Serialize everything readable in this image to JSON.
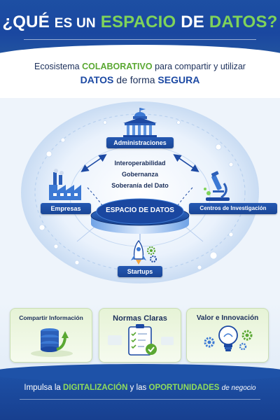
{
  "header": {
    "title_q_open": "¿QUÉ",
    "title_es_un": "ES UN",
    "title_espacio": "ESPACIO",
    "title_de": "DE",
    "title_datos": "DATOS?"
  },
  "subtitle": {
    "line1_a": "Ecosistema",
    "line1_b": "COLABORATIVO",
    "line1_c": "para compartir y utilizar",
    "line2_a": "DATOS",
    "line2_b": "de forma",
    "line2_c": "SEGURA"
  },
  "diagram": {
    "nodes": {
      "administraciones": "Administraciones",
      "empresas": "Empresas",
      "centros": "Centros de Investigación",
      "startups": "Startups"
    },
    "center_terms": [
      "Interoperabilidad",
      "Gobernanza",
      "Soberanía del Dato"
    ],
    "core": "ESPACIO DE DATOS"
  },
  "cards": [
    {
      "title": "Compartir Información",
      "icon": "database-upload-icon"
    },
    {
      "title": "Normas Claras",
      "icon": "checklist-icon"
    },
    {
      "title": "Valor e Innovación",
      "icon": "lightbulb-gears-icon"
    }
  ],
  "footer": {
    "a": "Impulsa la",
    "b": "DIGITALIZACIÓN",
    "c": "y las",
    "d": "OPORTUNIDADES",
    "e": "de negocio"
  },
  "colors": {
    "brand_blue": "#1c49a3",
    "accent_green": "#7fd35a",
    "text_dark": "#1b2f5a"
  }
}
